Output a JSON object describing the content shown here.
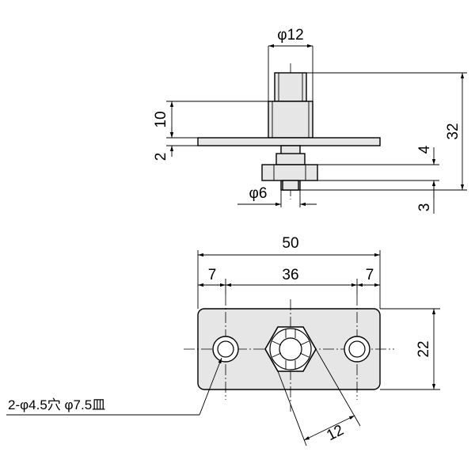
{
  "drawing": {
    "background": "#ffffff",
    "line_color": "#000000",
    "part_fill": "#e6e6e6"
  },
  "dimensions": {
    "shaft_diameter": "φ12",
    "upper_height": "10",
    "plate_thickness": "2",
    "overall_height": "32",
    "nut_height": "4",
    "tip_length": "3",
    "stud_diameter": "φ6",
    "plate_width": "50",
    "hole_offset_left": "7",
    "hole_pitch": "36",
    "hole_offset_right": "7",
    "plate_height": "22",
    "nut_across_flats": "12"
  },
  "notes": {
    "hole_spec": "2-φ4.5穴 φ7.5皿"
  }
}
